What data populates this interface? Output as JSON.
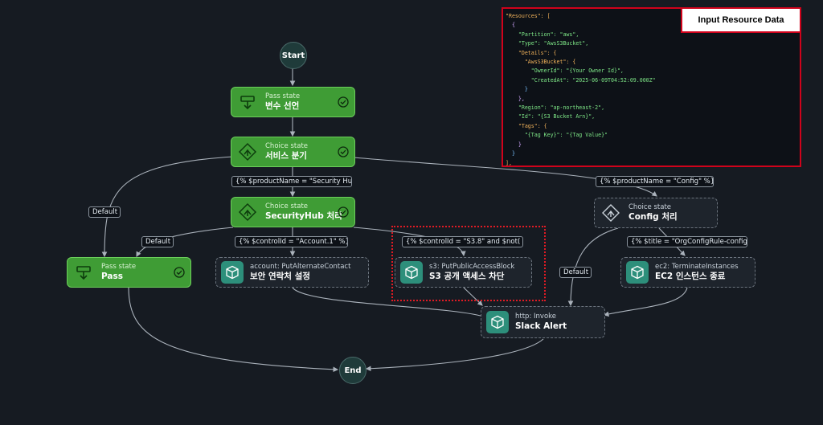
{
  "terminals": {
    "start": "Start",
    "end": "End"
  },
  "nodes": {
    "declare": {
      "kind": "Pass state",
      "title": "변수 선언"
    },
    "service_branch": {
      "kind": "Choice state",
      "title": "서비스 분기"
    },
    "securityhub": {
      "kind": "Choice state",
      "title": "SecurityHub 처리"
    },
    "pass": {
      "kind": "Pass state",
      "title": "Pass"
    },
    "alt_contact": {
      "kind": "account: PutAlternateContact",
      "title": "보안 연락처 설정"
    },
    "s3_block": {
      "kind": "s3: PutPublicAccessBlock",
      "title": "S3 공개 액세스 차단"
    },
    "config": {
      "kind": "Choice state",
      "title": "Config 처리"
    },
    "ec2": {
      "kind": "ec2: TerminateInstances",
      "title": "EC2 인스턴스 종료"
    },
    "slack": {
      "kind": "http: Invoke",
      "title": "Slack Alert"
    }
  },
  "edge_labels": {
    "default_left": "Default",
    "securityhub_cond": "{% $productName = \"Security Hul",
    "config_cond": "{% $productName = \"Config\" %}",
    "default_mid": "Default",
    "account_cond": "{% $controlId = \"Account.1\" %}",
    "s3_cond": "{% $controlId = \"S3.8\" and $not(",
    "title_cond": "{% $title = \"OrgConfigRule-config",
    "default_config": "Default"
  },
  "resource_panel": {
    "title": "Input Resource Data",
    "lines": [
      "\"Resources\": [",
      "  {",
      "    \"Partition\": \"aws\",",
      "    \"Type\": \"AwsS3Bucket\",",
      "    \"Details\": {",
      "      \"AwsS3Bucket\": {",
      "        \"OwnerId\": \"{Your Owner Id}\",",
      "        \"CreatedAt\": \"2025-06-09T04:52:09.000Z\"",
      "      }",
      "    },",
      "    \"Region\": \"ap-northeast-2\",",
      "    \"Id\": \"{S3 Bucket Arn}\",",
      "    \"Tags\": {",
      "      \"{Tag Key}\": \"{Tag Value}\"",
      "    }",
      "  }",
      "],"
    ]
  },
  "colors": {
    "background": "#161b22",
    "pass_fill": "#3f9c35",
    "task_icon": "#2d8f7b",
    "highlight_red": "#d0021b"
  }
}
